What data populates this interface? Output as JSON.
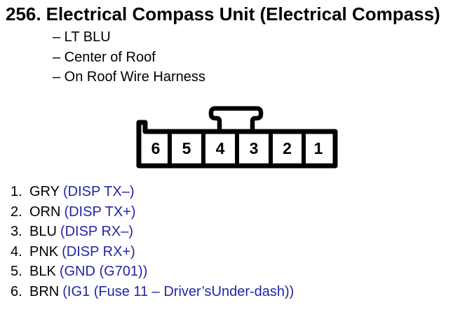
{
  "header": {
    "number": "256.",
    "title": "Electrical Compass Unit (Electrical Compass)",
    "notes": [
      "– LT BLU",
      "– Center of Roof",
      "– On Roof Wire Harness"
    ]
  },
  "connector": {
    "description": "6-cavity connector, rear view, latch tab on top",
    "cavities": [
      "6",
      "5",
      "4",
      "3",
      "2",
      "1"
    ]
  },
  "pins": [
    {
      "num": "1.",
      "wire": "GRY",
      "function": "(DISP TX–)"
    },
    {
      "num": "2.",
      "wire": "ORN",
      "function": "(DISP TX+)"
    },
    {
      "num": "3.",
      "wire": "BLU",
      "function": "(DISP RX–)"
    },
    {
      "num": "4.",
      "wire": "PNK",
      "function": "(DISP RX+)"
    },
    {
      "num": "5.",
      "wire": "BLK",
      "function": "(GND (G701))"
    },
    {
      "num": "6.",
      "wire": "BRN",
      "function": "(IG1 (Fuse 11 – Driver’sUnder-dash))"
    }
  ],
  "colors": {
    "ink": "#000000",
    "paper": "#ffffff",
    "function_text": "#2424a8"
  }
}
